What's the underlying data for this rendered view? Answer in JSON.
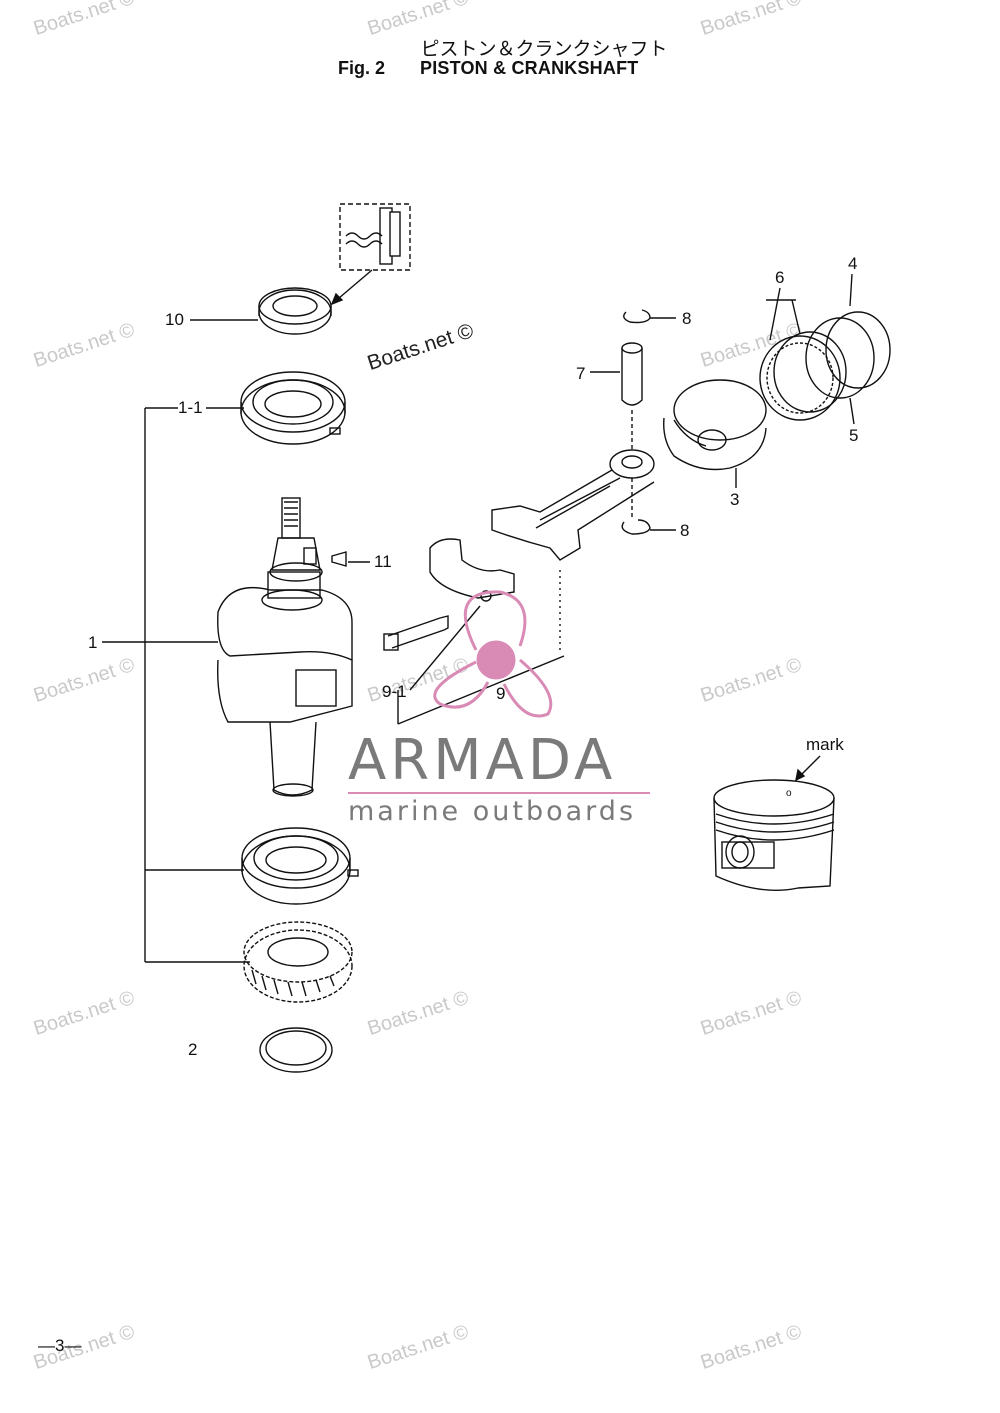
{
  "header": {
    "title_jp": "ピストン＆クランクシャフト",
    "fig_label": "Fig. 2",
    "title_en": "PISTON & CRANKSHAFT"
  },
  "callouts": {
    "c10": "10",
    "c1_1": "1-1",
    "c1": "1",
    "c11": "11",
    "c2": "2",
    "c8a": "8",
    "c7": "7",
    "c6": "6",
    "c4": "4",
    "c5": "5",
    "c3": "3",
    "c8b": "8",
    "c9_1": "9-1",
    "c9": "9",
    "mark": "mark"
  },
  "watermark": {
    "text": "Boats.net ©"
  },
  "brand": {
    "name": "ARMADA",
    "tagline": "marine outboards",
    "accent_color": "#d98ab5",
    "text_color": "#7a7a7a"
  },
  "footer": {
    "page_number": "—3—"
  }
}
